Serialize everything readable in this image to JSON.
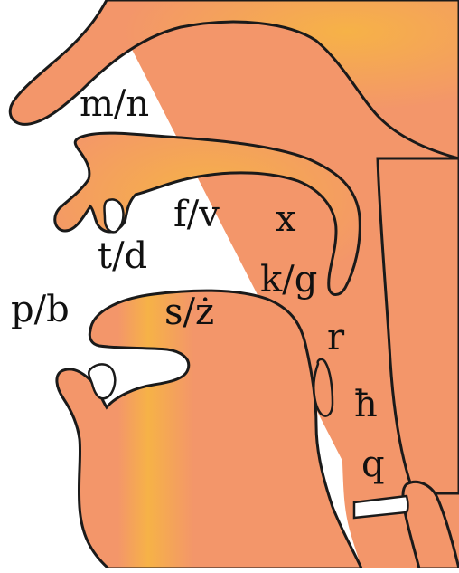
{
  "diagram": {
    "colors": {
      "tissue": "#F3966A",
      "highlight": "#F6B247",
      "outline": "#1a1a1a",
      "cavity": "#ffffff"
    },
    "labels": {
      "nasal": "m/n",
      "alveolar": "t/d",
      "labiodental": "f/v",
      "velar_fricative": "x",
      "bilabial": "p/b",
      "sibilant": "s/ż",
      "velar_stop": "k/g",
      "rhotic": "r",
      "pharyngeal": "ħ",
      "uvular": "q"
    }
  }
}
